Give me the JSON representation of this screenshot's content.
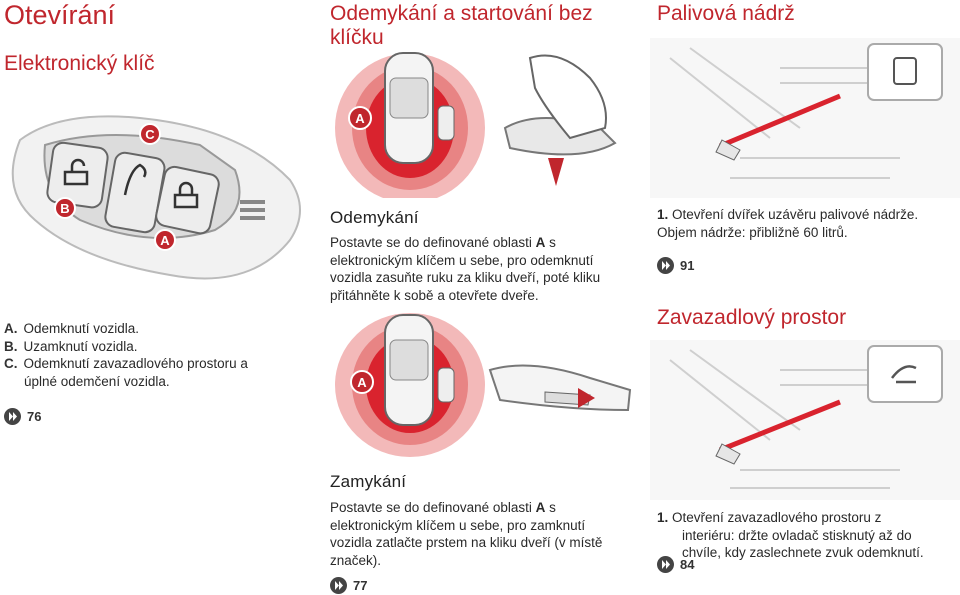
{
  "left": {
    "title": "Otevírání",
    "subtitle": "Elektronický klíč",
    "callouts": [
      "C",
      "B",
      "A"
    ],
    "legend": [
      {
        "letter": "A.",
        "text": "Odemknutí vozidla."
      },
      {
        "letter": "B.",
        "text": "Uzamknutí vozidla."
      },
      {
        "letter": "C.",
        "text": "Odemknutí zavazadlového prostoru a"
      },
      {
        "letter": "",
        "text": "úplné odemčení vozidla."
      }
    ],
    "ref": "76"
  },
  "middle": {
    "title": "Odemykání a startování bez klíčku",
    "unlock": {
      "heading": "Odemykání",
      "line1_pre": "Postavte se do definované oblasti ",
      "line1_bold": "A",
      "line1_post": " s",
      "lines": [
        "elektronickým klíčem u sebe, pro odemknutí",
        "vozidla zasuňte ruku za kliku dveří, poté kliku",
        "přitáhněte k sobě a otevřete dveře."
      ]
    },
    "lock": {
      "heading": "Zamykání",
      "line1_pre": "Postavte se do definované oblasti ",
      "line1_bold": "A",
      "line1_post": " s",
      "lines": [
        "elektronickým klíčem u sebe, pro zamknutí",
        "vozidla zatlačte prstem na kliku dveří (v místě",
        "značek)."
      ],
      "ref": "77"
    },
    "zone_label": "A"
  },
  "right": {
    "title": "Palivová nádrž",
    "fuel": {
      "num": "1.",
      "lines": [
        "Otevření dvířek uzávěru palivové nádrže.",
        "Objem nádrže: přibližně 60 litrů."
      ],
      "ref": "91"
    },
    "trunk_title": "Zavazadlový prostor",
    "trunk": {
      "num": "1.",
      "lines": [
        "Otevření zavazadlového prostoru z",
        "interiéru: držte ovladač stisknutý až do",
        "chvíle, kdy zaslechnete zvuk odemknutí."
      ],
      "ref": "84"
    }
  },
  "colors": {
    "accent": "#c0262d",
    "zone_outer": "#f3b9b9",
    "zone_inner": "#d9232e"
  }
}
